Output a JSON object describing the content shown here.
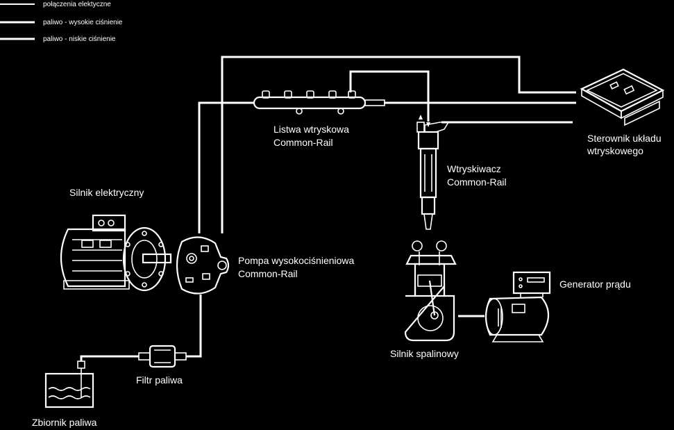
{
  "legend": {
    "items": [
      {
        "label": "połączenia elektyczne"
      },
      {
        "label": "paliwo - wysokie ciśnienie"
      },
      {
        "label": "paliwo - niskie ciśnienie"
      }
    ]
  },
  "labels": {
    "rail_line1": "Listwa wtryskowa",
    "rail_line2": "Common-Rail",
    "ecu_line1": "Sterownik układu",
    "ecu_line2": "wtryskowego",
    "injector_line1": "Wtryskiwacz",
    "injector_line2": "Common-Rail",
    "motor": "Silnik elektryczny",
    "pump_line1": "Pompa wysokociśnieniowa",
    "pump_line2": "Common-Rail",
    "generator": "Generator prądu",
    "engine": "Silnik spalinowy",
    "filter": "Filtr paliwa",
    "tank": "Zbiornik paliwa"
  },
  "colors": {
    "background": "#000000",
    "foreground": "#ffffff"
  }
}
